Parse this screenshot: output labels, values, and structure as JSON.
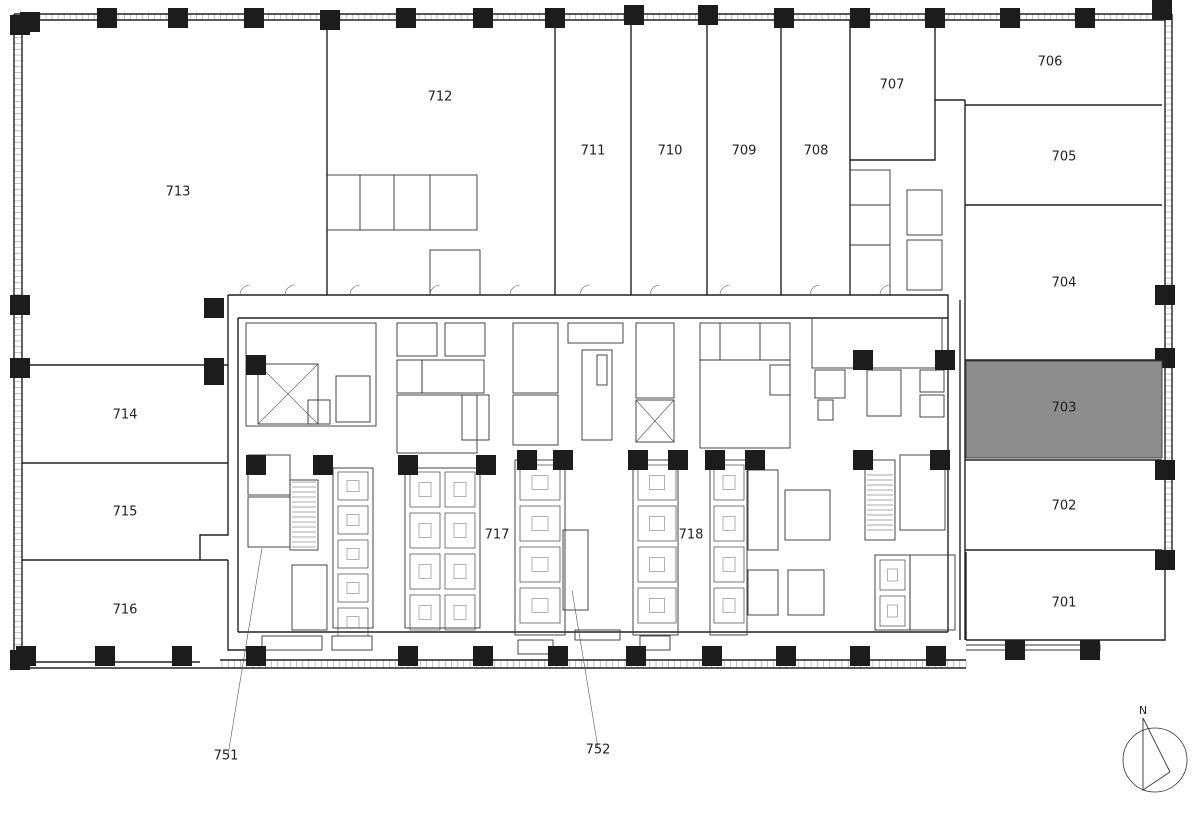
{
  "rooms": [
    {
      "id": "r713",
      "label": "713"
    },
    {
      "id": "r712",
      "label": "712"
    },
    {
      "id": "r711",
      "label": "711"
    },
    {
      "id": "r710",
      "label": "710"
    },
    {
      "id": "r709",
      "label": "709"
    },
    {
      "id": "r708",
      "label": "708"
    },
    {
      "id": "r707",
      "label": "707"
    },
    {
      "id": "r706",
      "label": "706"
    },
    {
      "id": "r705",
      "label": "705"
    },
    {
      "id": "r704",
      "label": "704"
    },
    {
      "id": "r703",
      "label": "703",
      "highlighted": true
    },
    {
      "id": "r702",
      "label": "702"
    },
    {
      "id": "r701",
      "label": "701"
    },
    {
      "id": "r714",
      "label": "714"
    },
    {
      "id": "r715",
      "label": "715"
    },
    {
      "id": "r716",
      "label": "716"
    },
    {
      "id": "r717",
      "label": "717"
    },
    {
      "id": "r718",
      "label": "718"
    }
  ],
  "callouts": [
    {
      "id": "c751",
      "label": "751"
    },
    {
      "id": "c752",
      "label": "752"
    }
  ],
  "compass": {
    "label": "N"
  },
  "colors": {
    "highlight": "#8d8d8d",
    "wall": "#222222",
    "column": "#1c1c1c",
    "facade": "#888888"
  }
}
